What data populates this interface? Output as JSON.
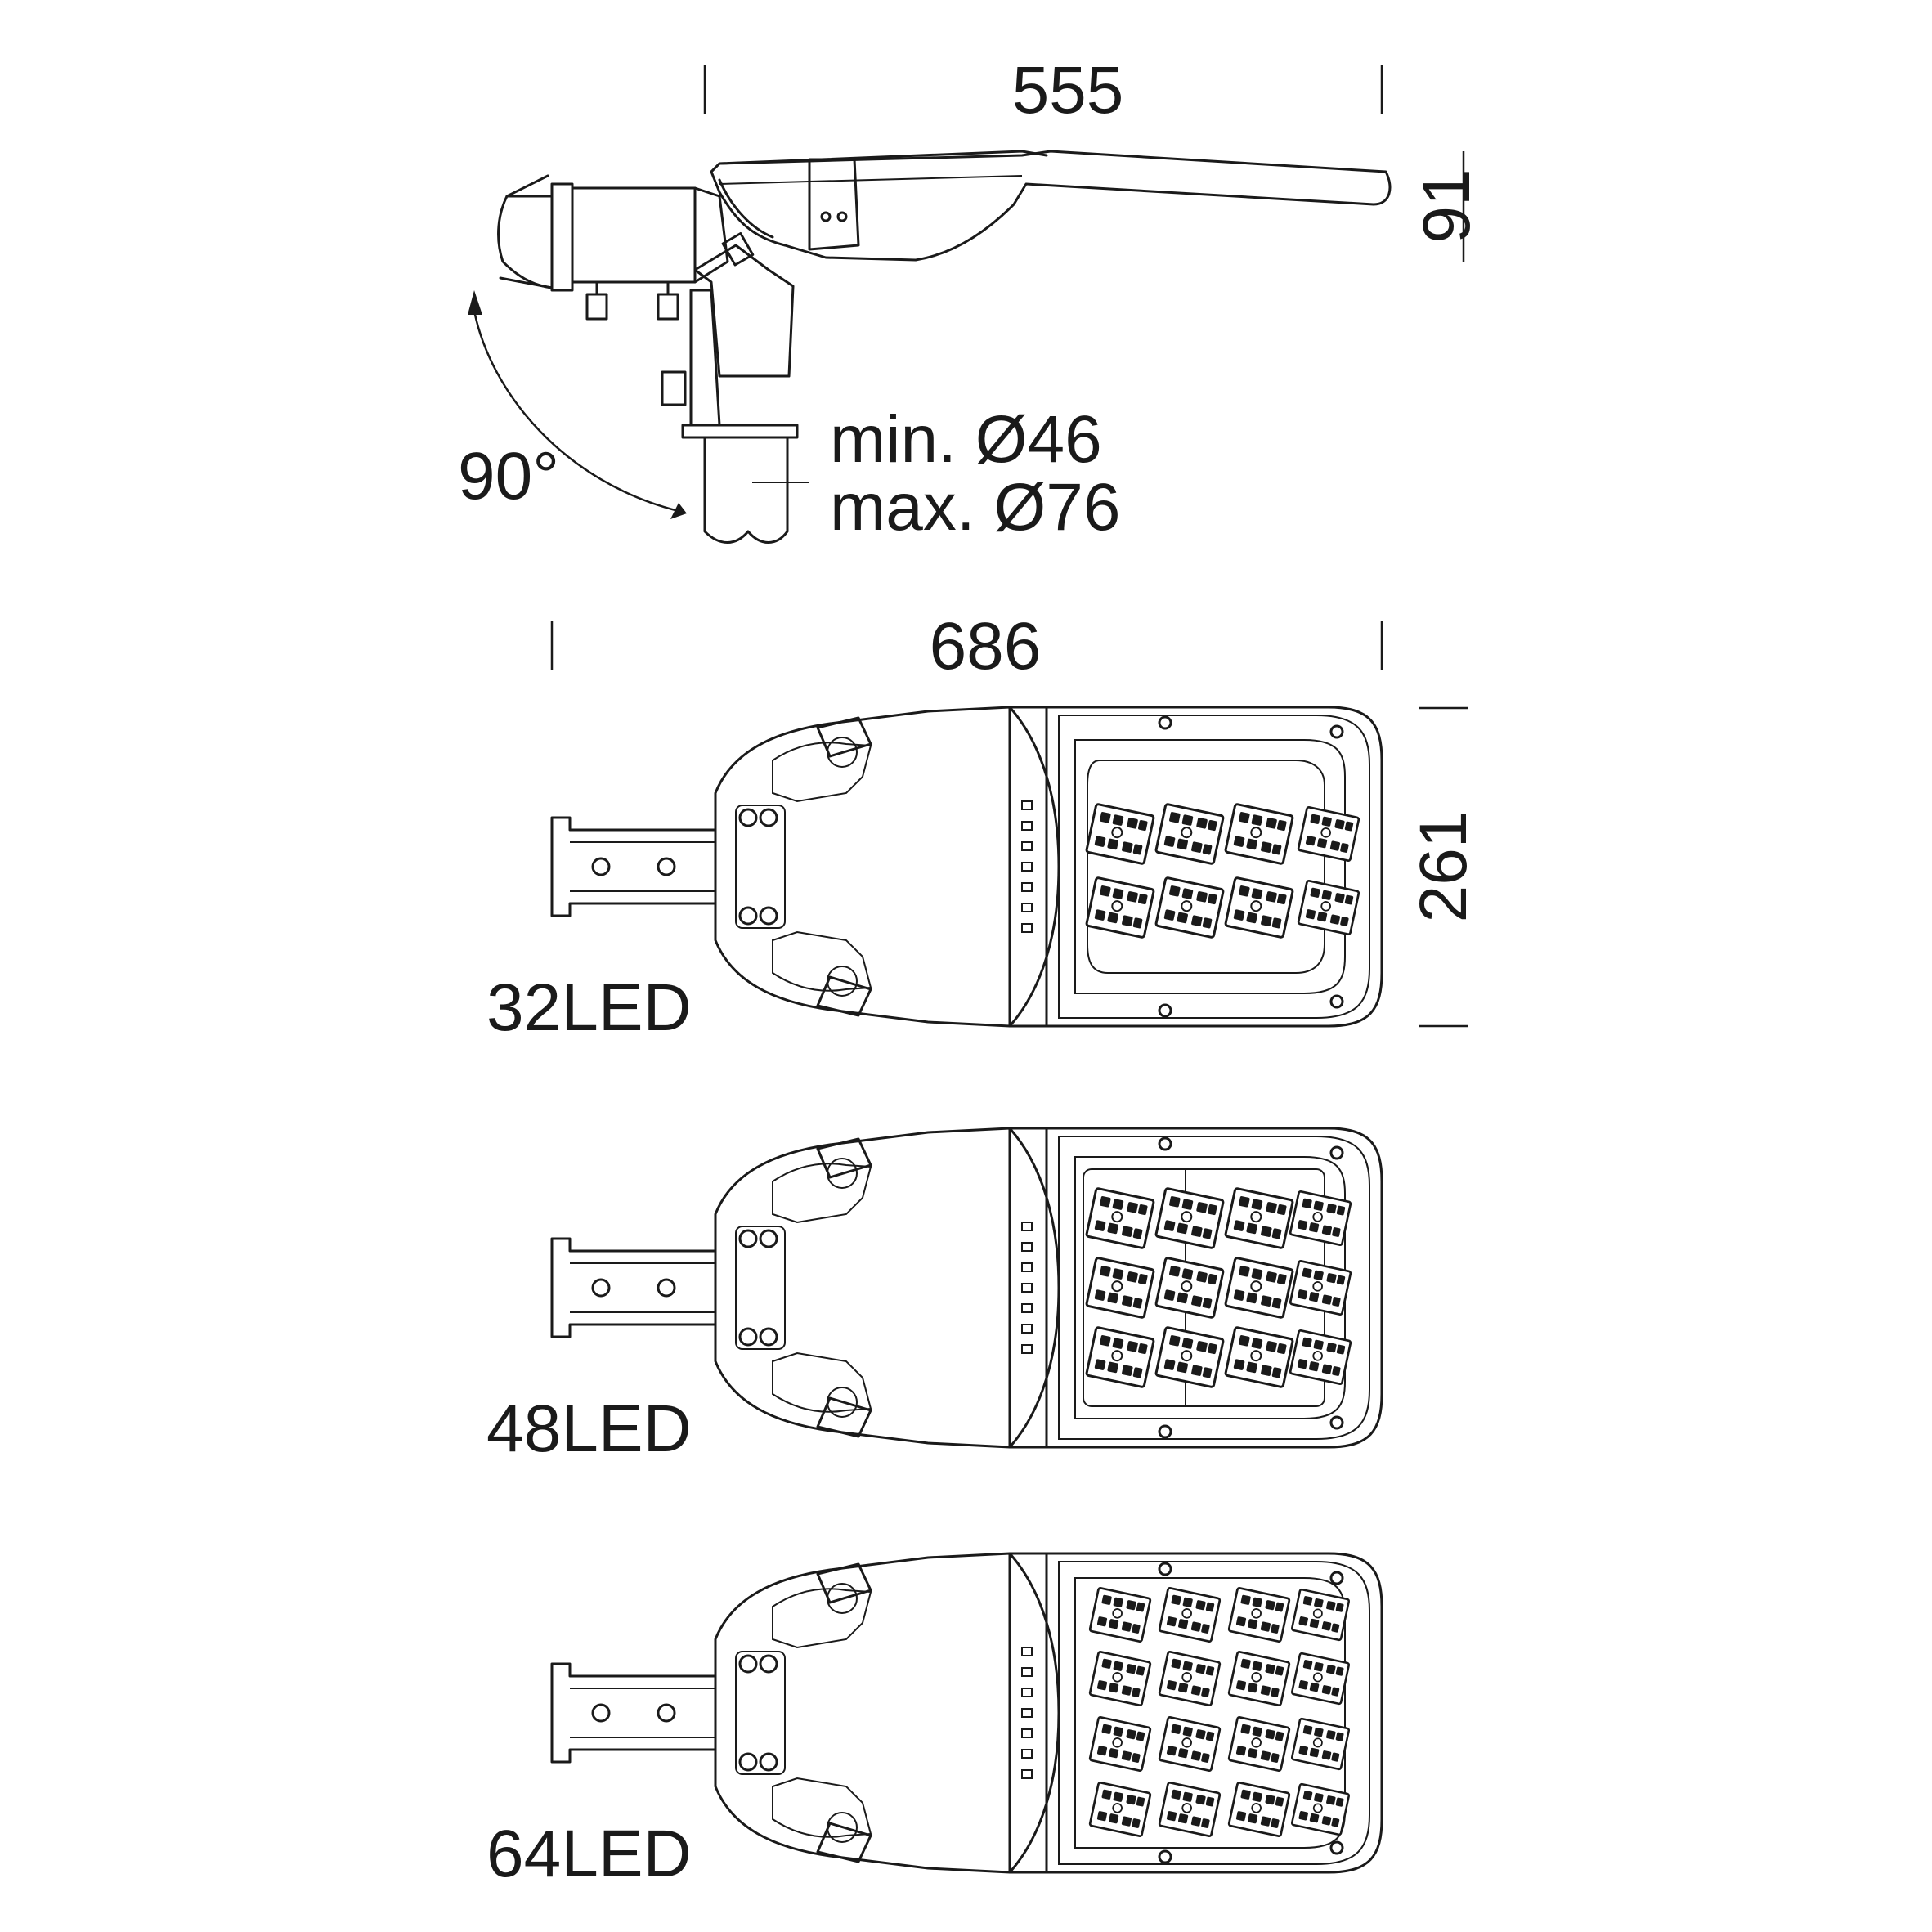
{
  "side_view": {
    "length": "555",
    "height": "91",
    "tilt_angle": "90°",
    "pole_min_diameter": "min. Ø46",
    "pole_max_diameter": "max. Ø76"
  },
  "top_view": {
    "length": "686",
    "width": "261"
  },
  "variants": [
    {
      "label": "32LED",
      "rows": 2
    },
    {
      "label": "48LED",
      "rows": 3
    },
    {
      "label": "64LED",
      "rows": 4
    }
  ],
  "colors": {
    "line": "#1a1a1a",
    "background": "#ffffff"
  }
}
